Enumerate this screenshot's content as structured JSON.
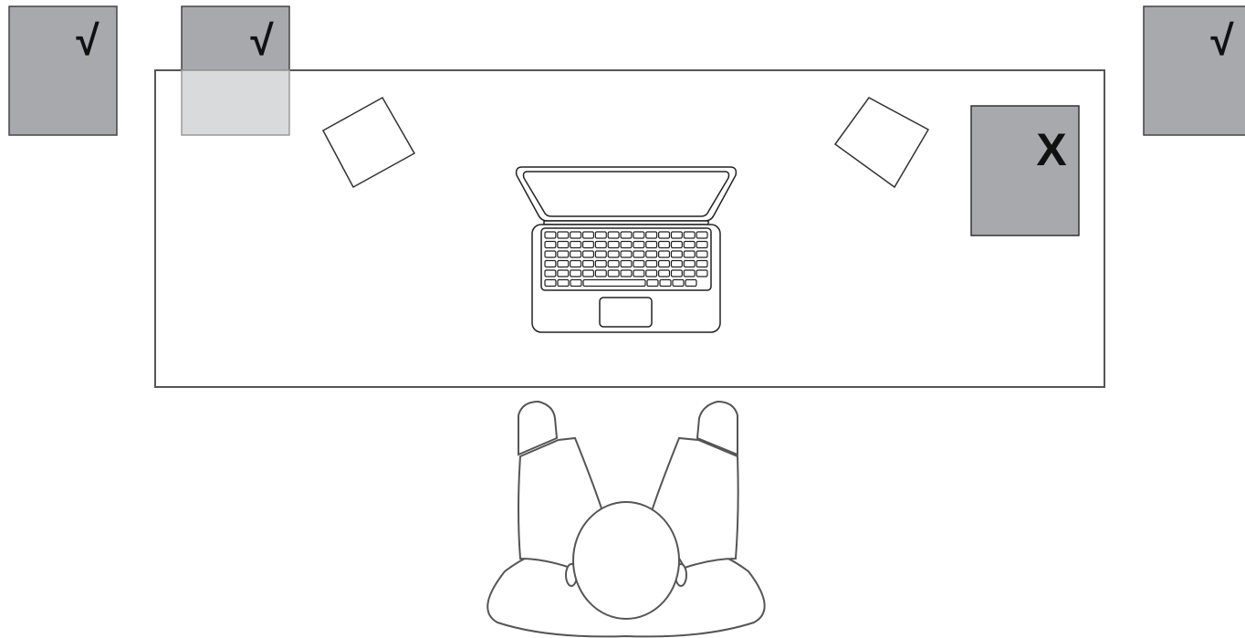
{
  "colors": {
    "background": "#ffffff",
    "outline": "#555555",
    "dark_outline": "#222222",
    "panel_fill": "#a7a9ac",
    "panel_fill_faded": "#d9dadb",
    "mark": "#111111"
  },
  "panels": [
    {
      "name": "panel-left-outside",
      "mark": "√",
      "status": "ok"
    },
    {
      "name": "panel-top-edge",
      "mark": "√",
      "status": "ok"
    },
    {
      "name": "panel-right-outside",
      "mark": "√",
      "status": "ok"
    },
    {
      "name": "panel-on-desk",
      "mark": "X",
      "status": "not-ok"
    }
  ],
  "icons": [
    "desk",
    "laptop-icon",
    "paper-square",
    "person-icon"
  ]
}
